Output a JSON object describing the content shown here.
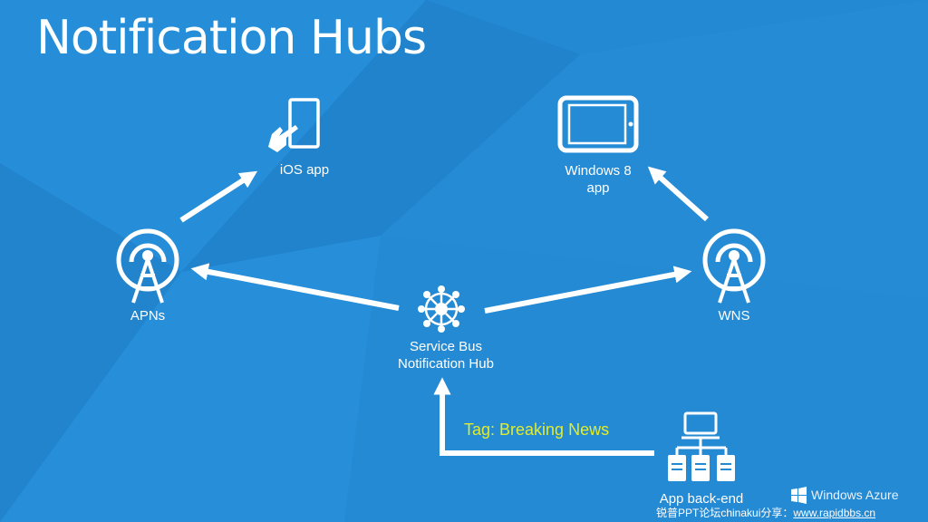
{
  "title": "Notification Hubs",
  "colors": {
    "background": "#2389d3",
    "tag": "#e2ec2c",
    "stroke": "#ffffff"
  },
  "nodes": {
    "ios_app": {
      "label": "iOS app",
      "icon": "touch-phone-icon"
    },
    "win8_app": {
      "label_line1": "Windows 8",
      "label_line2": "app",
      "icon": "tablet-icon"
    },
    "apns": {
      "label": "APNs",
      "icon": "broadcast-tower-icon"
    },
    "wns": {
      "label": "WNS",
      "icon": "broadcast-tower-icon"
    },
    "hub": {
      "label_line1": "Service Bus",
      "label_line2": "Notification Hub",
      "icon": "hub-network-icon"
    },
    "backend": {
      "label": "App back-end",
      "icon": "server-network-icon"
    }
  },
  "tag_text": "Tag: Breaking News",
  "brand": {
    "text": "Windows Azure",
    "icon": "windows-logo-icon"
  },
  "credit": {
    "text": "锐普PPT论坛chinakui分享：",
    "link": "www.rapidbbs.cn"
  }
}
